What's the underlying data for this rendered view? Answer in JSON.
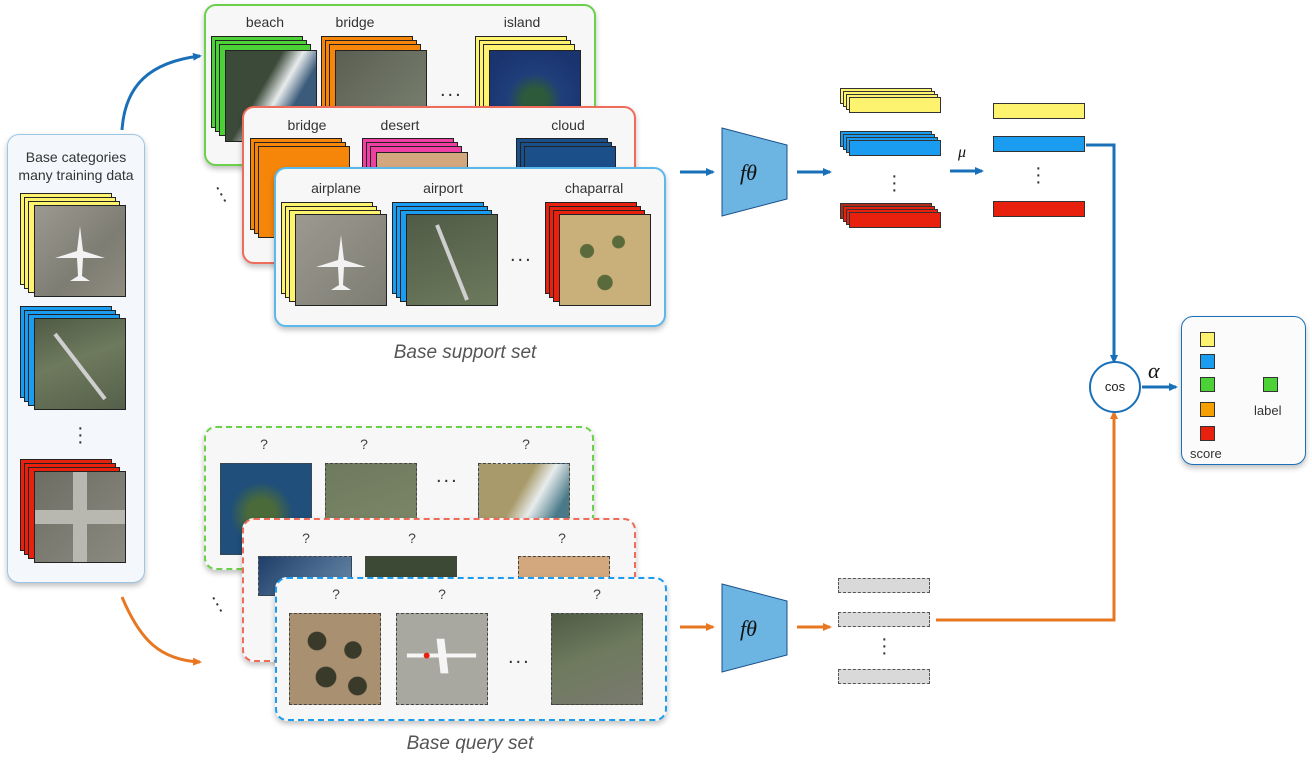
{
  "left_panel": {
    "title_line1": "Base categories",
    "title_line2": "many training data"
  },
  "support": {
    "caption": "Base support set",
    "back_labels": [
      "beach",
      "bridge",
      "island"
    ],
    "middle_labels": [
      "bridge",
      "desert",
      "cloud"
    ],
    "front_labels": [
      "airplane",
      "airport",
      "chaparral"
    ],
    "ellipsis": "..."
  },
  "query": {
    "caption": "Base query set",
    "unknown": "?",
    "ellipsis": "..."
  },
  "model": {
    "encoder_label": "fθ",
    "mean_label": "μ",
    "cos_label": "cos",
    "scale_label": "α"
  },
  "output": {
    "label_text": "label",
    "score_text": "score"
  },
  "colors": {
    "yellow": "#fdf36e",
    "blue": "#1a9cf0",
    "green": "#4cd137",
    "orange": "#f5a000",
    "red": "#e8210f",
    "pink": "#ef3fa3",
    "navy": "#1b4f8a",
    "encoder": "#6cb5e3",
    "arrow_blue": "#1a70b8",
    "arrow_orange": "#e87722",
    "panel_green": "#6bd04a",
    "panel_red": "#ef6b5a",
    "panel_blue": "#5ab8ec",
    "panel_left": "#9cc6e6"
  }
}
